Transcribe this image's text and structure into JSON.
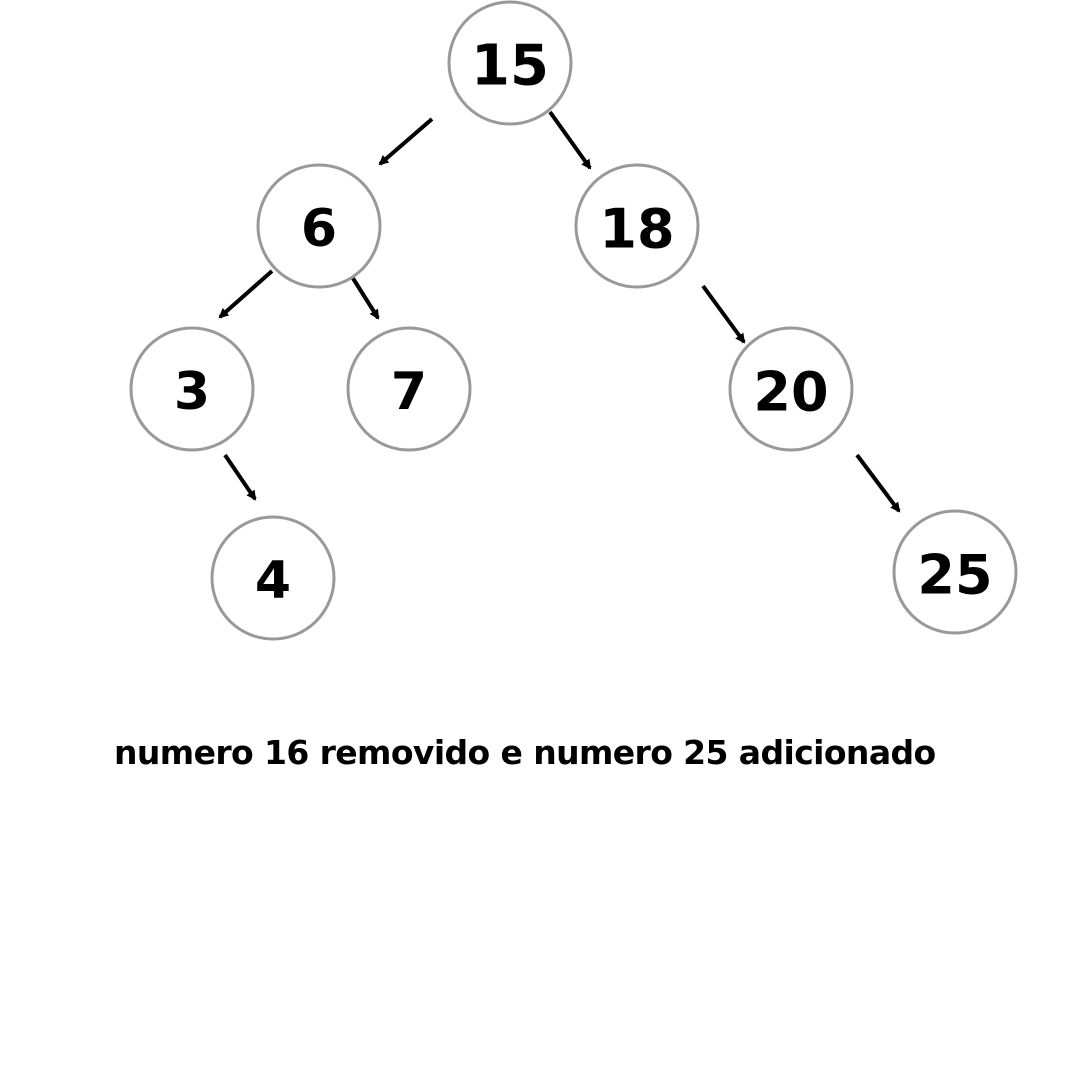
{
  "diagram": {
    "type": "binary-search-tree",
    "nodes": [
      {
        "id": "n15",
        "label": "15"
      },
      {
        "id": "n6",
        "label": "6"
      },
      {
        "id": "n18",
        "label": "18"
      },
      {
        "id": "n3",
        "label": "3"
      },
      {
        "id": "n7",
        "label": "7"
      },
      {
        "id": "n20",
        "label": "20"
      },
      {
        "id": "n4",
        "label": "4"
      },
      {
        "id": "n25",
        "label": "25"
      }
    ],
    "edges": [
      {
        "from": "n15",
        "to": "n6"
      },
      {
        "from": "n15",
        "to": "n18"
      },
      {
        "from": "n6",
        "to": "n3"
      },
      {
        "from": "n6",
        "to": "n7"
      },
      {
        "from": "n18",
        "to": "n20"
      },
      {
        "from": "n3",
        "to": "n4"
      },
      {
        "from": "n20",
        "to": "n25"
      }
    ],
    "colors": {
      "node_stroke": "#999999",
      "edge": "#000000",
      "text": "#000000"
    }
  },
  "caption": "numero 16 removido e numero 25 adicionado"
}
